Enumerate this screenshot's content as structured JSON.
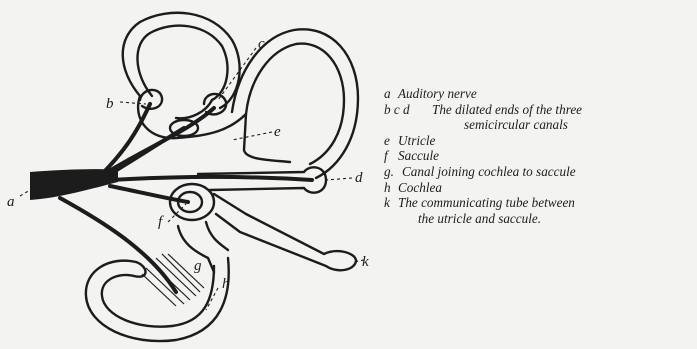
{
  "figure": {
    "labels": {
      "a": "a",
      "b": "b",
      "c": "c",
      "d": "d",
      "e": "e",
      "f": "f",
      "g": "g",
      "h": "h",
      "k": "k"
    }
  },
  "legend": [
    {
      "key": "a",
      "text": "Auditory nerve"
    },
    {
      "key": "b c d",
      "text": "The dilated ends of the three"
    },
    {
      "key": "",
      "text": "semicircular canals"
    },
    {
      "key": "e",
      "text": "Utricle"
    },
    {
      "key": "f",
      "text": "Saccule"
    },
    {
      "key": "g.",
      "text": "Canal joining cochlea to saccule"
    },
    {
      "key": "h",
      "text": "Cochlea"
    },
    {
      "key": "k",
      "text": "The communicating tube between"
    },
    {
      "key": "",
      "text": "the utricle and saccule."
    }
  ],
  "colors": {
    "ink": "#1c1c1c",
    "paper": "#f3f3f1"
  }
}
